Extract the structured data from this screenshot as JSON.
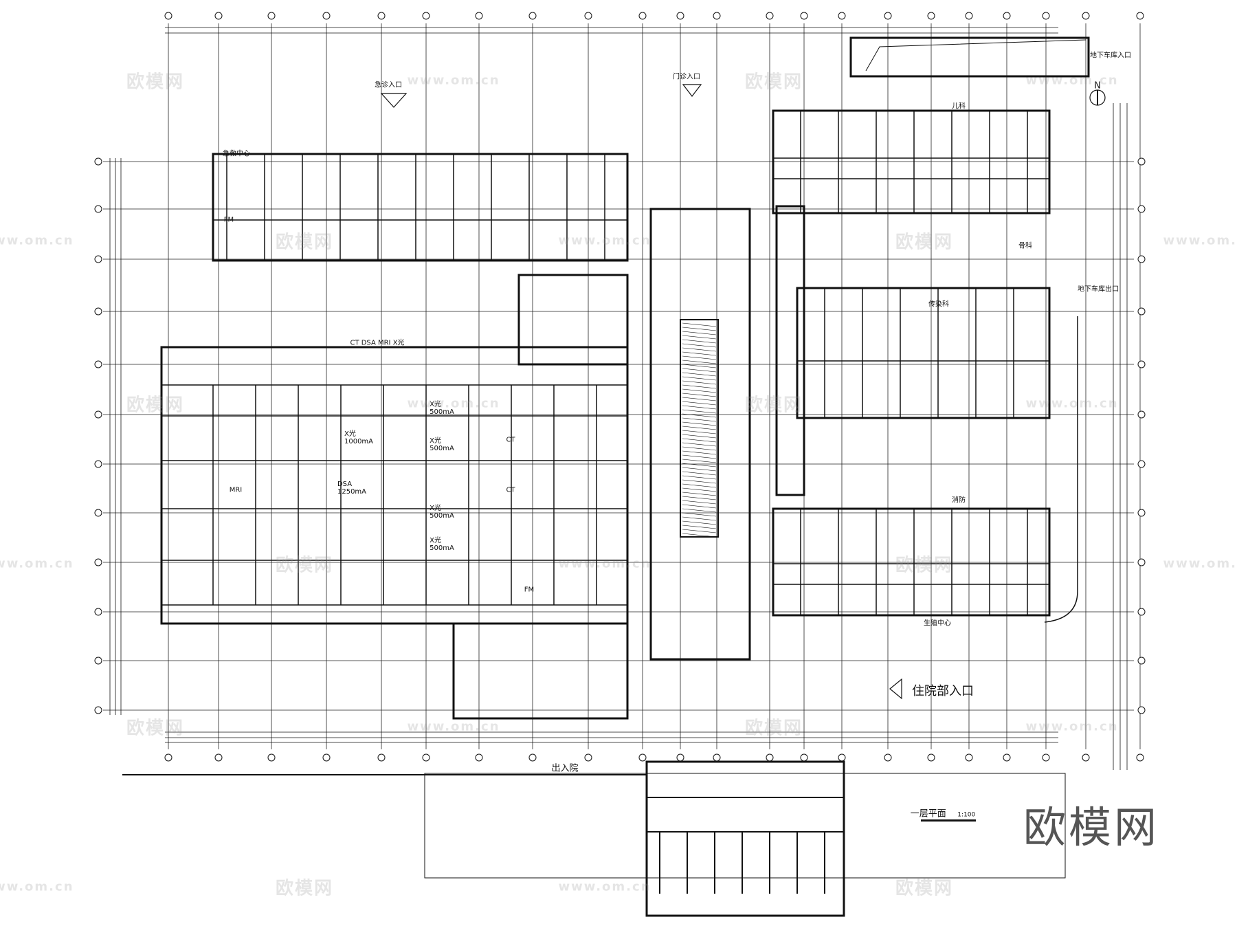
{
  "drawing": {
    "title": "一层平面",
    "scale": "1:100",
    "colors": {
      "line": "#111111",
      "background": "#ffffff",
      "watermark": "#bbbbbb"
    }
  },
  "entrances": {
    "emergency": "急诊入口",
    "outpatient": "门诊入口",
    "inpatient": "住院部入口",
    "admission": "出入院",
    "garage_in": "地下车库入口",
    "garage_out": "地下车库出口"
  },
  "departments": {
    "emergency_center": "急救中心",
    "imaging": "CT  DSA  MRI  X光",
    "pediatrics": "儿科",
    "orthopedics": "骨科",
    "infectious": "传染科",
    "fire": "消防",
    "reproductive": "生殖中心"
  },
  "rooms": [
    {
      "name": "X光",
      "sub": "1000mA"
    },
    {
      "name": "DSA",
      "sub": "1250mA"
    },
    {
      "name": "X光",
      "sub": "500mA"
    },
    {
      "name": "X光",
      "sub": "500mA"
    },
    {
      "name": "X光",
      "sub": "500mA"
    },
    {
      "name": "X光",
      "sub": "500mA"
    },
    {
      "name": "CT",
      "sub": ""
    },
    {
      "name": "CT",
      "sub": ""
    },
    {
      "name": "MRI",
      "sub": ""
    },
    {
      "name": "FM",
      "sub": ""
    },
    {
      "name": "FM",
      "sub": ""
    }
  ],
  "compass": "N",
  "watermarks": {
    "brand": "欧模网",
    "url": "www.om.cn"
  }
}
